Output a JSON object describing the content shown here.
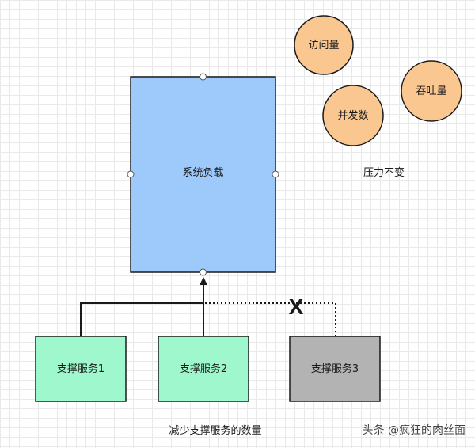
{
  "diagram": {
    "main_box": {
      "label": "系统负载",
      "fill": "#9ec9fb",
      "stroke": "#1a1a1a"
    },
    "pressure": {
      "circles": [
        {
          "label": "访问量",
          "fill": "#fbc791",
          "stroke": "#1a1a1a"
        },
        {
          "label": "并发数",
          "fill": "#fbc791",
          "stroke": "#1a1a1a"
        },
        {
          "label": "吞吐量",
          "fill": "#fbc791",
          "stroke": "#1a1a1a"
        }
      ],
      "caption": "压力不变"
    },
    "services": [
      {
        "label": "支撑服务1",
        "fill": "#9ff7cd",
        "stroke": "#1a1a1a"
      },
      {
        "label": "支撑服务2",
        "fill": "#9ff7cd",
        "stroke": "#1a1a1a"
      },
      {
        "label": "支撑服务3",
        "fill": "#b3b3b3",
        "stroke": "#1a1a1a"
      }
    ],
    "removed_mark": "X",
    "caption": "减少支撑服务的数量"
  },
  "watermark": "头条 @疯狂的肉丝面"
}
